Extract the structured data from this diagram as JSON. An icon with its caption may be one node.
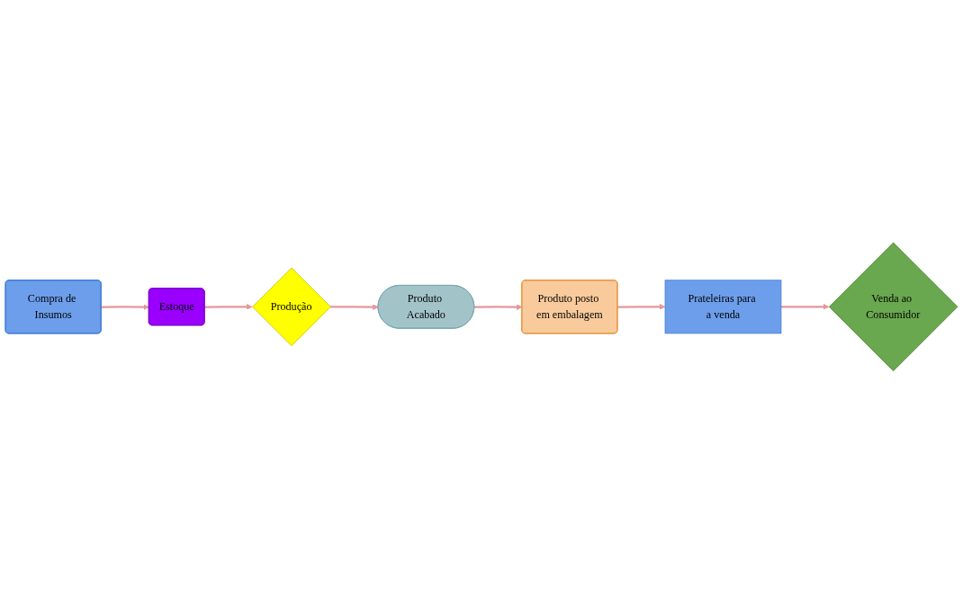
{
  "diagram": {
    "nodes": [
      {
        "text": [
          "Compra de Insumos"
        ]
      },
      {
        "text": [
          "Estoque"
        ]
      },
      {
        "text": [
          "Produção"
        ]
      },
      {
        "text": [
          "Produto Acabado"
        ]
      },
      {
        "text": [
          "Produto posto em embalagem"
        ]
      },
      {
        "text": [
          "Prateleiras para a venda"
        ]
      },
      {
        "text": [
          "Venda ao Consumidor"
        ]
      }
    ],
    "edges": [
      {
        "from": 0,
        "to": 1,
        "arrow": "to"
      },
      {
        "from": 1,
        "to": 2,
        "arrow": "to"
      },
      {
        "from": 2,
        "to": 3,
        "arrow": "to"
      },
      {
        "from": 3,
        "to": 4,
        "arrow": "to"
      },
      {
        "from": 4,
        "to": 5,
        "arrow": "to"
      },
      {
        "from": 5,
        "to": 6,
        "arrow": "to"
      }
    ]
  }
}
